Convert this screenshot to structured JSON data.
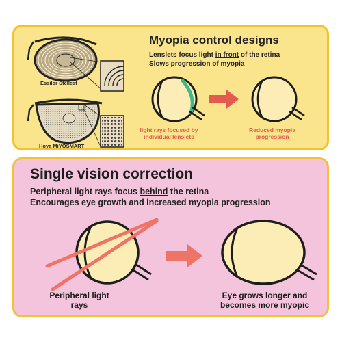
{
  "myopia_panel": {
    "title": "Myopia control designs",
    "line1_before": "Lenslets focus light ",
    "line1_emph": "in front",
    "line1_after": " of the retina",
    "line2": "Slows progression of myopia",
    "lens1_label": "Essilor Stellest",
    "lens2_label": "Hoya MiYOSMART",
    "caption_left": "light rays focused by individual lenslets",
    "caption_right": "Reduced myopia progression",
    "colors": {
      "background": "#fae58d",
      "border": "#f2c233",
      "accent": "#e35b4f",
      "focus_arc": "#3fb98a"
    }
  },
  "single_vision_panel": {
    "title": "Single vision correction",
    "line1_before": "Peripheral light rays focus ",
    "line1_emph": "behind",
    "line1_after": " the retina",
    "line2": "Encourages eye growth and increased myopia progression",
    "caption_left": "Peripheral light rays",
    "caption_right": "Eye grows longer and becomes more myopic",
    "colors": {
      "background": "#f3c4dc",
      "ray": "#ef7468",
      "eye_fill": "#fcedb7"
    }
  },
  "icons": [
    "glasses-icon",
    "eye-icon",
    "arrow-right-icon",
    "lenslet-pattern-icon"
  ]
}
